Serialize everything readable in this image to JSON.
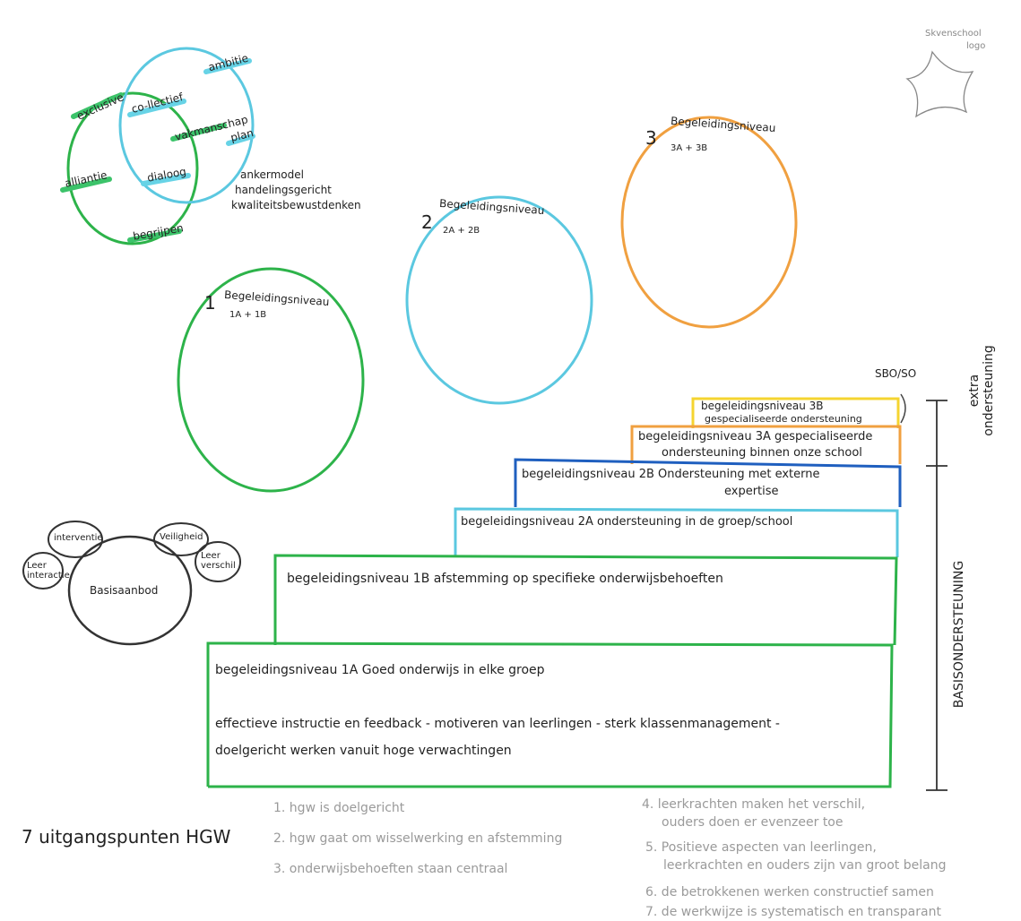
{
  "logo": {
    "caption_line1": "Skvenschool",
    "caption_line2": "logo"
  },
  "venn": {
    "labels": {
      "exclusive": "exclusive",
      "collectief": "co-llectief",
      "ambitie": "ambitie",
      "vakmanschap": "vakmanschap",
      "plan": "plan",
      "alliantie": "alliantie",
      "dialoog": "dialoog",
      "begrijpen": "begrijpen"
    },
    "notes": [
      "ankermodel",
      "handelingsgericht",
      "kwaliteitsbewustdenken"
    ]
  },
  "circles": [
    {
      "number": "1",
      "title": "Begeleidingsniveau",
      "sub": "1A + 1B",
      "color": "#2db34a"
    },
    {
      "number": "2",
      "title": "Begeleidingsniveau",
      "sub": "2A + 2B",
      "color": "#5bc8e0"
    },
    {
      "number": "3",
      "title": "Begeleidingsniveau",
      "sub": "3A + 3B",
      "color": "#f0a040"
    }
  ],
  "basisaanbod": {
    "center": "Basisaanbod",
    "top_left": "interventie",
    "left": "Leer interactie",
    "top_right": "Veiligheid",
    "right": "Leer verschil"
  },
  "steps": {
    "s3b_line1": "begeleidingsniveau 3B",
    "s3b_line2": "gespecialiseerde ondersteuning",
    "sbo_label": "SBO/SO",
    "s3a_line1": "begeleidingsniveau 3A gespecialiseerde",
    "s3a_line2": "ondersteuning binnen onze school",
    "s2b_line1": "begeleidingsniveau 2B Ondersteuning met externe",
    "s2b_line2": "expertise",
    "s2a": "begeleidingsniveau 2A ondersteuning in de groep/school",
    "s1b": "begeleidingsniveau 1B   afstemming op specifieke onderwijsbehoeften",
    "s1a": "begeleidingsniveau 1A   Goed onderwijs in elke groep",
    "s1a_detail_line1": "effectieve instructie en feedback - motiveren van leerlingen - sterk klassenmanagement -",
    "s1a_detail_line2": "doelgericht werken vanuit hoge verwachtingen"
  },
  "brackets": {
    "extra_line1": "extra",
    "extra_line2": "ondersteuning",
    "basis": "BASISONDERSTEUNING"
  },
  "footer": {
    "title": "7 uitgangspunten HGW",
    "points_left": [
      "1. hgw is doelgericht",
      "2. hgw gaat om wisselwerking en afstemming",
      "3. onderwijsbehoeften staan centraal"
    ],
    "points_right": [
      "4. leerkrachten maken het verschil,",
      "ouders doen er evenzeer toe",
      "5. Positieve aspecten van leerlingen,",
      "leerkrachten en ouders zijn van groot belang",
      "6. de betrokkenen werken constructief samen",
      "7. de werkwijze is systematisch en transparant"
    ]
  }
}
